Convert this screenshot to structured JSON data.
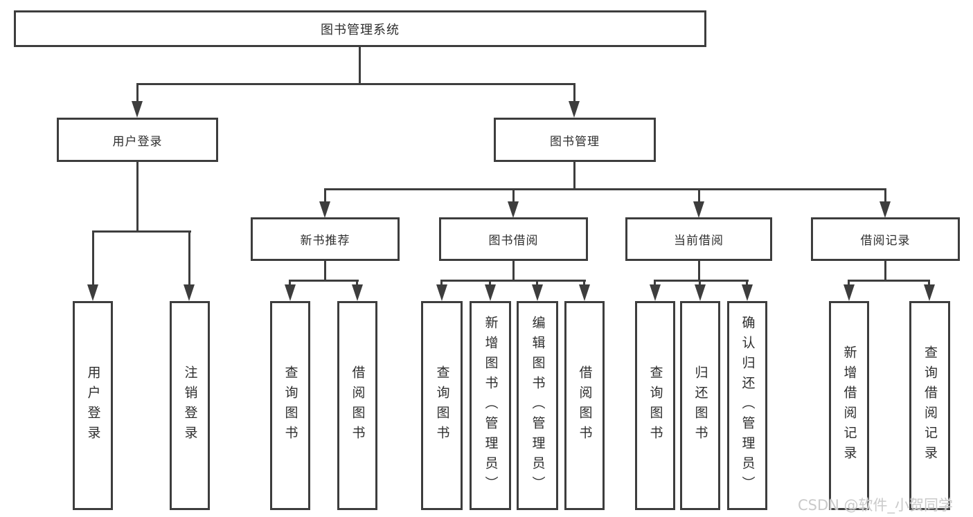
{
  "colors": {
    "line": "#3d3d3d",
    "text": "#2e2e2e",
    "background": "#ffffff",
    "watermark": "#cacaca"
  },
  "watermark": {
    "text": "CSDN @软件_小贺同学"
  },
  "tree": {
    "label": "图书管理系统",
    "children": [
      {
        "label": "用户登录",
        "children": [
          {
            "label": "用户登录"
          },
          {
            "label": "注销登录"
          }
        ]
      },
      {
        "label": "图书管理",
        "children": [
          {
            "label": "新书推荐",
            "children": [
              {
                "label": "查询图书"
              },
              {
                "label": "借阅图书"
              }
            ]
          },
          {
            "label": "图书借阅",
            "children": [
              {
                "label": "查询图书"
              },
              {
                "label": "新增图书（管理员）"
              },
              {
                "label": "编辑图书（管理员）"
              },
              {
                "label": "借阅图书"
              }
            ]
          },
          {
            "label": "当前借阅",
            "children": [
              {
                "label": "查询图书"
              },
              {
                "label": "归还图书"
              },
              {
                "label": "确认归还（管理员）"
              }
            ]
          },
          {
            "label": "借阅记录",
            "children": [
              {
                "label": "新增借阅记录"
              },
              {
                "label": "查询借阅记录"
              }
            ]
          }
        ]
      }
    ]
  }
}
